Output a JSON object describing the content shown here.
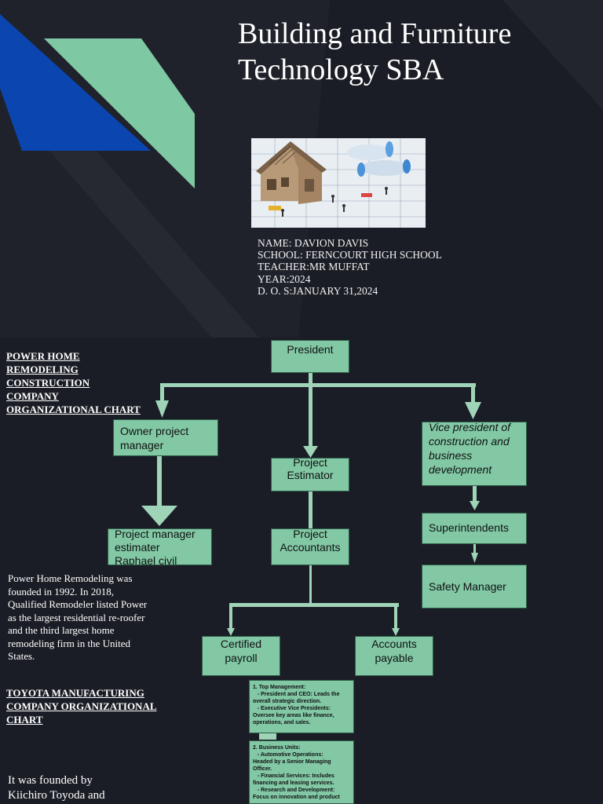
{
  "title": {
    "line1": "Building and Furniture",
    "line2": "Technology SBA"
  },
  "info": {
    "name": "NAME: DAVION DAVIS",
    "school": "SCHOOL: FERNCOURT HIGH SCHOOL",
    "teacher": "TEACHER:MR MUFFAT",
    "year": "YEAR:2024",
    "dos": "D. O. S:JANUARY 31,2024"
  },
  "power": {
    "heading": [
      "POWER HOME",
      "REMODELING",
      "CONSTRUCTION",
      "COMPANY",
      "ORGANIZATIONAL CHART"
    ],
    "paragraph": [
      "Power Home Remodeling was",
      "founded in 1992. In 2018,",
      "Qualified Remodeler listed Power",
      "as the largest residential re-roofer",
      "and the third largest home",
      "remodeling firm in the United",
      "States."
    ]
  },
  "toyota": {
    "heading": [
      "TOYOTA MANUFACTURING",
      "COMPANY ORGANIZATIONAL",
      "CHART"
    ],
    "paragraph": [
      "It was founded by",
      "Kiichiro Toyoda and"
    ]
  },
  "org": {
    "president": "President",
    "owner_pm": [
      "Owner project",
      "manager"
    ],
    "estimator": [
      "Project",
      "Estimator"
    ],
    "vp": [
      "Vice president of",
      "construction and",
      "business",
      "development"
    ],
    "pm_estimater": [
      "Project manager",
      "estimater",
      "Raphael civil"
    ],
    "accountants": [
      "Project",
      "Accountants"
    ],
    "superintendents": "Superintendents",
    "safety": "Safety Manager",
    "payroll": [
      "Certified",
      "payroll"
    ],
    "payable": [
      "Accounts",
      "payable"
    ]
  },
  "toyota_chart": {
    "box1": [
      "1. Top Management:",
      "   - President and CEO: Leads the",
      "overall strategic direction.",
      "   - Executive Vice Presidents:",
      "Oversee key areas like finance,",
      "operations, and sales."
    ],
    "box2": [
      "2. Business Units:",
      "   - Automotive Operations:",
      "Headed by a Senior Managing",
      "Officer.",
      "   - Financial Services: Includes",
      "financing and leasing services.",
      "   - Research and Development:",
      "Focus on innovation and product"
    ]
  },
  "colors": {
    "background": "#1a1d25",
    "box_green": "#82c8a5",
    "accent_blue": "#0b45b0",
    "accent_green": "#7ec9a3"
  }
}
